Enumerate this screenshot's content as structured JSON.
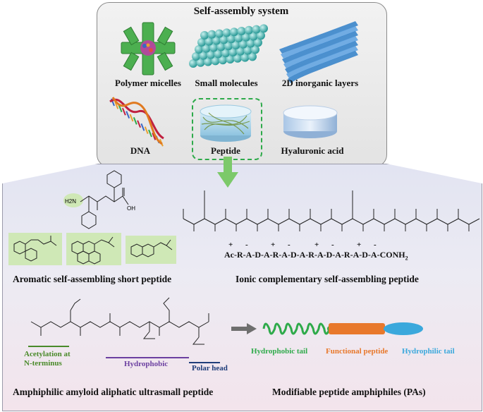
{
  "top": {
    "title": "Self-assembly system",
    "items": [
      {
        "label": "Polymer micelles",
        "icon": "polymer-micelle-icon"
      },
      {
        "label": "Small molecules",
        "icon": "small-molecules-icon"
      },
      {
        "label": "2D inorganic layers",
        "icon": "inorganic-layers-icon"
      },
      {
        "label": "DNA",
        "icon": "dna-helix-icon"
      },
      {
        "label": "Peptide",
        "icon": "peptide-gel-icon"
      },
      {
        "label": "Hyaluronic acid",
        "icon": "hyaluronic-acid-icon"
      }
    ]
  },
  "sections": {
    "aromatic": {
      "title": "Aromatic self-assembling short peptide",
      "amine": "H2N",
      "hydroxy": "OH"
    },
    "ionic": {
      "title": "Ionic complementary self-assembling peptide",
      "sequence": "Ac-R-A-D-A-R-A-D-A-R-A-D-A-R-A-D-A-CONH",
      "sequence_sub": "2",
      "charges": [
        "+",
        "-",
        "+",
        "-",
        "+",
        "-",
        "+",
        "-"
      ]
    },
    "amphiphilic": {
      "title": "Amphiphilic amyloid aliphatic ultrasmall peptide",
      "acetylation": [
        "Acetylation at",
        "N-terminus"
      ],
      "hydrophobic": "Hydrophobic",
      "polar": "Polar head"
    },
    "pas": {
      "title": "Modifiable peptide amphiphiles (PAs)",
      "hydrophobic_tail": "Hydrophobic tail",
      "functional": "Functional peptide",
      "hydrophilic_tail": "Hydrophilic tail"
    }
  },
  "colors": {
    "green": "#2eaa4a",
    "orange": "#e8782b",
    "blue_tail": "#3aa8dc",
    "purple": "#6b3fa0",
    "acetyl_green": "#4a8a2a",
    "navy": "#1f3d7a",
    "highlight": "#cfe8b6"
  }
}
